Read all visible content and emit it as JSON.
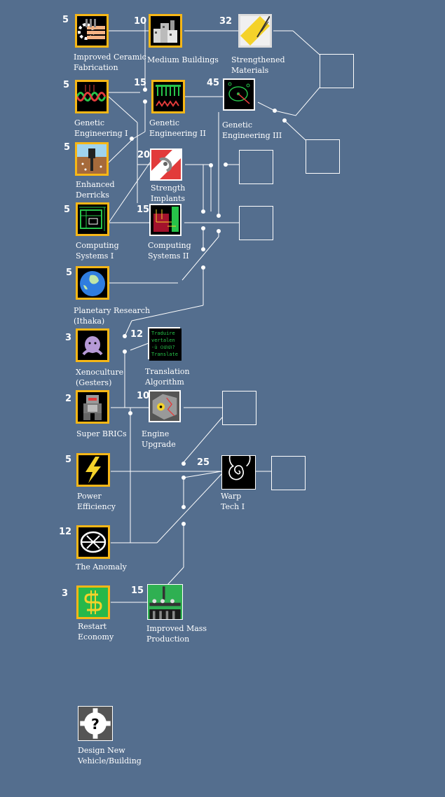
{
  "tech_tree": {
    "nodes": [
      {
        "id": "ceramic",
        "cost": "5",
        "label": "Improved Ceramic\nFabrication",
        "icon": "ceramic-icon"
      },
      {
        "id": "medium",
        "cost": "10",
        "label": "Medium Buildings",
        "icon": "buildings-icon"
      },
      {
        "id": "strengthened",
        "cost": "32",
        "label": "Strengthened\nMaterials",
        "icon": "materials-icon"
      },
      {
        "id": "gen1",
        "cost": "5",
        "label": "Genetic\nEngineering I",
        "icon": "dna-icon"
      },
      {
        "id": "gen2",
        "cost": "15",
        "label": "Genetic\nEngineering II",
        "icon": "dna-icon"
      },
      {
        "id": "gen3",
        "cost": "45",
        "label": "Genetic\nEngineering III",
        "icon": "cell-icon"
      },
      {
        "id": "derricks",
        "cost": "5",
        "label": "Enhanced\nDerricks",
        "icon": "derrick-icon"
      },
      {
        "id": "implants",
        "cost": "20",
        "label": "Strength\nImplants",
        "icon": "implant-icon"
      },
      {
        "id": "comp1",
        "cost": "5",
        "label": "Computing\nSystems I",
        "icon": "circuit-icon"
      },
      {
        "id": "comp2",
        "cost": "15",
        "label": "Computing\nSystems II",
        "icon": "chip-icon"
      },
      {
        "id": "planetary",
        "cost": "5",
        "label": "Planetary Research\n(Ithaka)",
        "icon": "planet-icon"
      },
      {
        "id": "xeno",
        "cost": "3",
        "label": "Xenoculture\n(Gesters)",
        "icon": "alien-icon"
      },
      {
        "id": "translation",
        "cost": "12",
        "label": "Translation\nAlgorithm",
        "icon": "translate-icon",
        "screen": [
          "Traduire",
          "vertalen",
          "-ü ០៣៣?",
          "Translate"
        ]
      },
      {
        "id": "bric",
        "cost": "2",
        "label": "Super BRICs",
        "icon": "robot-icon"
      },
      {
        "id": "engine",
        "cost": "10",
        "label": "Engine\nUpgrade",
        "icon": "engine-icon"
      },
      {
        "id": "power",
        "cost": "5",
        "label": "Power\nEfficiency",
        "icon": "lightning-icon"
      },
      {
        "id": "warp",
        "cost": "25",
        "label": "Warp\nTech I",
        "icon": "spiral-icon"
      },
      {
        "id": "anomaly",
        "cost": "12",
        "label": "The Anomaly",
        "icon": "anomaly-icon"
      },
      {
        "id": "economy",
        "cost": "3",
        "label": "Restart\nEconomy",
        "icon": "dollar-icon"
      },
      {
        "id": "mass",
        "cost": "15",
        "label": "Improved Mass\nProduction",
        "icon": "factory-icon"
      },
      {
        "id": "design",
        "cost": "",
        "label": "Design New\nVehicle/Building",
        "icon": "gear-question-icon"
      }
    ]
  },
  "colors": {
    "background": "#546e8e",
    "researched_border": "#f7b716",
    "line": "#ffffff"
  }
}
